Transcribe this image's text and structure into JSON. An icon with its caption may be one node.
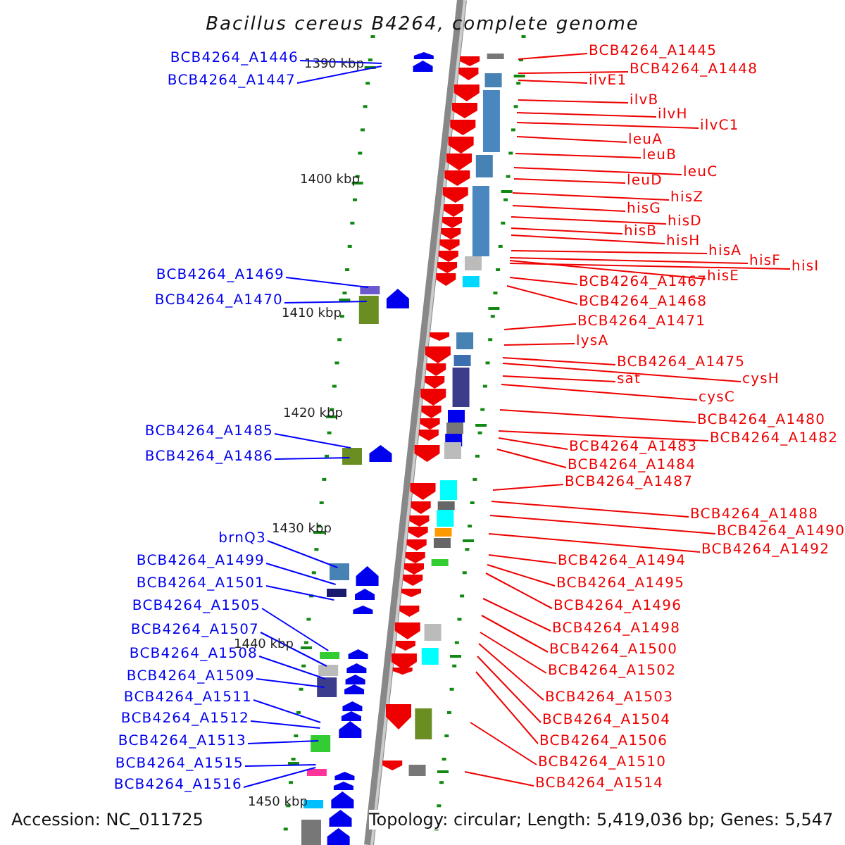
{
  "diagram": {
    "title": "Bacillus cereus B4264, complete genome",
    "nodes": [
      {
        "text": [
          "BCB4264_A1445"
        ]
      },
      {
        "text": [
          "BCB4264_A1446"
        ]
      },
      {
        "text": [
          "BCB4264_A1448"
        ]
      },
      {
        "text": [
          "ilvE1"
        ]
      },
      {
        "text": [
          "BCB4264_A1447"
        ]
      },
      {
        "text": [
          "ilvB"
        ]
      },
      {
        "text": [
          "ilvH"
        ]
      },
      {
        "text": [
          "ilvC1"
        ]
      },
      {
        "text": [
          "leuA"
        ]
      },
      {
        "text": [
          "leuB"
        ]
      },
      {
        "text": [
          "leuC"
        ]
      },
      {
        "text": [
          "leuD"
        ]
      },
      {
        "text": [
          "hisZ"
        ]
      },
      {
        "text": [
          "hisG"
        ]
      },
      {
        "text": [
          "hisD"
        ]
      },
      {
        "text": [
          "hisB"
        ]
      },
      {
        "text": [
          "hisH"
        ]
      },
      {
        "text": [
          "hisA"
        ]
      },
      {
        "text": [
          "hisF"
        ]
      },
      {
        "text": [
          "hisE"
        ]
      },
      {
        "text": [
          "hisI"
        ]
      },
      {
        "text": [
          "BCB4264_A1469"
        ]
      },
      {
        "text": [
          "BCB4264_A1467"
        ]
      },
      {
        "text": [
          "BCB4264_A1470"
        ]
      },
      {
        "text": [
          "BCB4264_A1468"
        ]
      },
      {
        "text": [
          "BCB4264_A1471"
        ]
      },
      {
        "text": [
          "lysA"
        ]
      },
      {
        "text": [
          "BCB4264_A1475"
        ]
      },
      {
        "text": [
          "sat"
        ]
      },
      {
        "text": [
          "cysH"
        ]
      },
      {
        "text": [
          "cysC"
        ]
      },
      {
        "text": [
          "BCB4264_A1480"
        ]
      },
      {
        "text": [
          "BCB4264_A1485"
        ]
      },
      {
        "text": [
          "BCB4264_A1483"
        ]
      },
      {
        "text": [
          "BCB4264_A1482"
        ]
      },
      {
        "text": [
          "BCB4264_A1486"
        ]
      },
      {
        "text": [
          "BCB4264_A1484"
        ]
      },
      {
        "text": [
          "BCB4264_A1487"
        ]
      },
      {
        "text": [
          "BCB4264_A1488"
        ]
      },
      {
        "text": [
          "BCB4264_A1490"
        ]
      },
      {
        "text": [
          "BCB4264_A1492"
        ]
      },
      {
        "text": [
          "brnQ3"
        ]
      },
      {
        "text": [
          "BCB4264_A1494"
        ]
      },
      {
        "text": [
          "BCB4264_A1499"
        ]
      },
      {
        "text": [
          "BCB4264_A1495"
        ]
      },
      {
        "text": [
          "BCB4264_A1501"
        ]
      },
      {
        "text": [
          "BCB4264_A1496"
        ]
      },
      {
        "text": [
          "BCB4264_A1505"
        ]
      },
      {
        "text": [
          "BCB4264_A1498"
        ]
      },
      {
        "text": [
          "BCB4264_A1507"
        ]
      },
      {
        "text": [
          "BCB4264_A1500"
        ]
      },
      {
        "text": [
          "BCB4264_A1508"
        ]
      },
      {
        "text": [
          "BCB4264_A1502"
        ]
      },
      {
        "text": [
          "BCB4264_A1509"
        ]
      },
      {
        "text": [
          "BCB4264_A1503"
        ]
      },
      {
        "text": [
          "BCB4264_A1511"
        ]
      },
      {
        "text": [
          "BCB4264_A1504"
        ]
      },
      {
        "text": [
          "BCB4264_A1512"
        ]
      },
      {
        "text": [
          "BCB4264_A1506"
        ]
      },
      {
        "text": [
          "BCB4264_A1513"
        ]
      },
      {
        "text": [
          "BCB4264_A1510"
        ]
      },
      {
        "text": [
          "BCB4264_A1515"
        ]
      },
      {
        "text": [
          "BCB4264_A1514"
        ]
      },
      {
        "text": [
          "BCB4264_A1516"
        ]
      }
    ],
    "edges": [
      {
        "from": 0,
        "to": null,
        "arrow": "none"
      },
      {
        "from": 1,
        "to": null,
        "arrow": "none",
        "color": "#0000ff"
      },
      {
        "from": 2,
        "to": null,
        "arrow": "none"
      },
      {
        "from": 3,
        "to": null,
        "arrow": "none"
      },
      {
        "from": 4,
        "to": null,
        "arrow": "none",
        "color": "#0000ff"
      },
      {
        "from": 5,
        "to": null,
        "arrow": "none"
      },
      {
        "from": 6,
        "to": null,
        "arrow": "none"
      },
      {
        "from": 7,
        "to": null,
        "arrow": "none"
      },
      {
        "from": 8,
        "to": null,
        "arrow": "none"
      },
      {
        "from": 9,
        "to": null,
        "arrow": "none"
      },
      {
        "from": 10,
        "to": null,
        "arrow": "none"
      },
      {
        "from": 11,
        "to": null,
        "arrow": "none"
      },
      {
        "from": 12,
        "to": null,
        "arrow": "none"
      },
      {
        "from": 13,
        "to": null,
        "arrow": "none"
      },
      {
        "from": 14,
        "to": null,
        "arrow": "none"
      },
      {
        "from": 15,
        "to": null,
        "arrow": "none"
      },
      {
        "from": 16,
        "to": null,
        "arrow": "none"
      },
      {
        "from": 17,
        "to": null,
        "arrow": "none"
      },
      {
        "from": 18,
        "to": null,
        "arrow": "none"
      },
      {
        "from": 19,
        "to": null,
        "arrow": "none"
      },
      {
        "from": 20,
        "to": null,
        "arrow": "none"
      },
      {
        "from": 21,
        "to": null,
        "arrow": "none",
        "color": "#0000ff"
      },
      {
        "from": 22,
        "to": null,
        "arrow": "none"
      },
      {
        "from": 23,
        "to": null,
        "arrow": "none",
        "color": "#0000ff"
      },
      {
        "from": 24,
        "to": null,
        "arrow": "none"
      },
      {
        "from": 25,
        "to": null,
        "arrow": "none"
      },
      {
        "from": 26,
        "to": null,
        "arrow": "none"
      },
      {
        "from": 27,
        "to": null,
        "arrow": "none"
      },
      {
        "from": 28,
        "to": null,
        "arrow": "none"
      },
      {
        "from": 29,
        "to": null,
        "arrow": "none"
      },
      {
        "from": 30,
        "to": null,
        "arrow": "none"
      },
      {
        "from": 31,
        "to": null,
        "arrow": "none"
      },
      {
        "from": 32,
        "to": null,
        "arrow": "none",
        "color": "#0000ff"
      },
      {
        "from": 33,
        "to": null,
        "arrow": "none"
      },
      {
        "from": 34,
        "to": null,
        "arrow": "none"
      },
      {
        "from": 35,
        "to": null,
        "arrow": "none",
        "color": "#0000ff"
      },
      {
        "from": 36,
        "to": null,
        "arrow": "none"
      },
      {
        "from": 37,
        "to": null,
        "arrow": "none"
      },
      {
        "from": 38,
        "to": null,
        "arrow": "none"
      },
      {
        "from": 39,
        "to": null,
        "arrow": "none"
      },
      {
        "from": 40,
        "to": null,
        "arrow": "none"
      },
      {
        "from": 41,
        "to": null,
        "arrow": "none",
        "color": "#0000ff"
      },
      {
        "from": 42,
        "to": null,
        "arrow": "none"
      },
      {
        "from": 43,
        "to": null,
        "arrow": "none",
        "color": "#0000ff"
      },
      {
        "from": 44,
        "to": null,
        "arrow": "none"
      },
      {
        "from": 45,
        "to": null,
        "arrow": "none",
        "color": "#0000ff"
      },
      {
        "from": 46,
        "to": null,
        "arrow": "none"
      },
      {
        "from": 47,
        "to": null,
        "arrow": "none",
        "color": "#0000ff"
      },
      {
        "from": 48,
        "to": null,
        "arrow": "none"
      },
      {
        "from": 49,
        "to": null,
        "arrow": "none",
        "color": "#0000ff"
      },
      {
        "from": 50,
        "to": null,
        "arrow": "none"
      },
      {
        "from": 51,
        "to": null,
        "arrow": "none",
        "color": "#0000ff"
      },
      {
        "from": 52,
        "to": null,
        "arrow": "none"
      },
      {
        "from": 53,
        "to": null,
        "arrow": "none",
        "color": "#0000ff"
      },
      {
        "from": 54,
        "to": null,
        "arrow": "none"
      },
      {
        "from": 55,
        "to": null,
        "arrow": "none",
        "color": "#0000ff"
      },
      {
        "from": 56,
        "to": null,
        "arrow": "none"
      },
      {
        "from": 57,
        "to": null,
        "arrow": "none",
        "color": "#0000ff"
      },
      {
        "from": 58,
        "to": null,
        "arrow": "none"
      },
      {
        "from": 59,
        "to": null,
        "arrow": "none",
        "color": "#0000ff"
      },
      {
        "from": 60,
        "to": null,
        "arrow": "none"
      },
      {
        "from": 61,
        "to": null,
        "arrow": "none",
        "color": "#0000ff"
      },
      {
        "from": 62,
        "to": null,
        "arrow": "none"
      },
      {
        "from": 63,
        "to": null,
        "arrow": "none",
        "color": "#0000ff"
      }
    ],
    "labels": [
      "1390 kbp",
      "1400 kbp",
      "1410 kbp",
      "1420 kbp",
      "1430 kbp",
      "1440 kbp",
      "1450 kbp",
      "Accession: NC_011725",
      "Topology: circular; Length: 5,419,036 bp; Genes: 5,547"
    ]
  }
}
